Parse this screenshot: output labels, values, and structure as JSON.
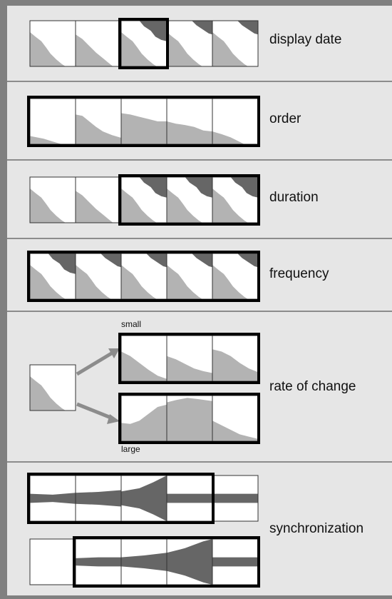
{
  "panels": {
    "display_date": {
      "label": "display date"
    },
    "order": {
      "label": "order"
    },
    "duration": {
      "label": "duration"
    },
    "frequency": {
      "label": "frequency"
    },
    "rate_of_change": {
      "label": "rate of change",
      "small_label": "small",
      "large_label": "large"
    },
    "synchronization": {
      "label": "synchronization"
    }
  },
  "colors": {
    "frame": "#808080",
    "panel_background": "#e6e6e6",
    "thumb_background": "#ffffff",
    "light_fill": "#b3b3b3",
    "dark_fill": "#666666",
    "highlight_border": "#000000",
    "arrow": "#8c8c8c"
  }
}
